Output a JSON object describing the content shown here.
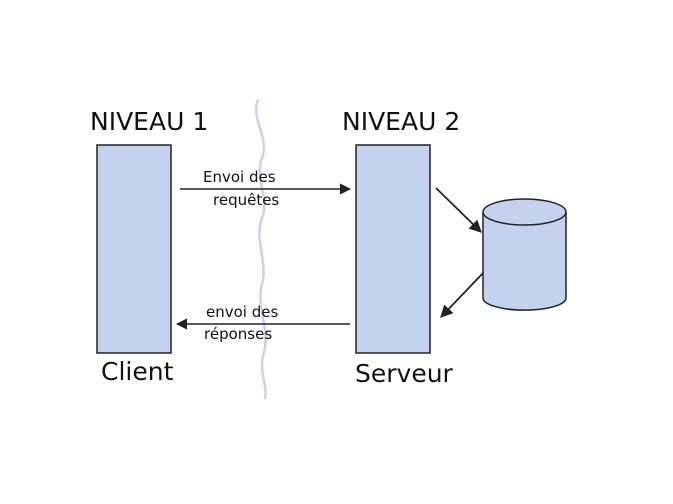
{
  "level1": {
    "title": "NIVEAU 1",
    "box_label": "Client"
  },
  "level2": {
    "title": "NIVEAU 2",
    "box_label": "Serveur"
  },
  "request_arrow": {
    "line1": "Envoi des",
    "line2": "requêtes"
  },
  "response_arrow": {
    "line1": "envoi des",
    "line2": "réponses"
  },
  "colors": {
    "box_fill": "#c4d2f0",
    "box_stroke": "#222222",
    "arrow": "#222222",
    "separator": "#c8d2ea"
  },
  "icons": {
    "database": "database-cylinder-icon"
  }
}
